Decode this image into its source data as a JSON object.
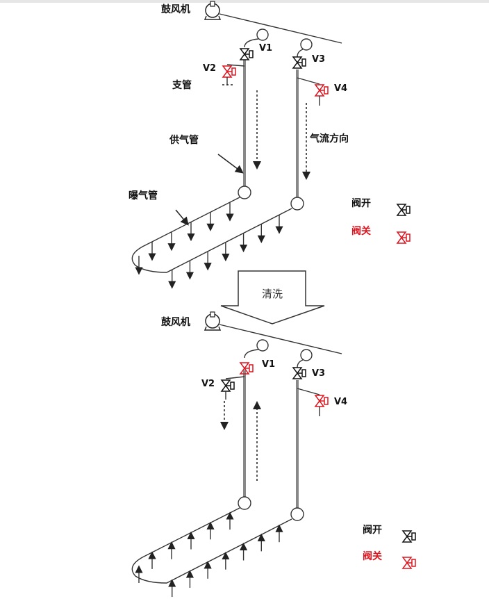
{
  "labels": {
    "blower": "鼓风机",
    "branch_pipe": "支管",
    "supply_pipe": "供气管",
    "aeration_pipe": "曝气管",
    "airflow_direction": "气流方向",
    "wash": "清洗"
  },
  "valves": {
    "v1": "V1",
    "v2": "V2",
    "v3": "V3",
    "v4": "V4"
  },
  "legend": {
    "open": "阀开",
    "closed": "阀关"
  },
  "colors": {
    "open": "#111111",
    "closed": "#e0141e"
  },
  "states": {
    "normal": {
      "v1": "open",
      "v2": "closed",
      "v3": "open",
      "v4": "closed",
      "flow": "down"
    },
    "wash": {
      "v1": "closed",
      "v2": "open",
      "v3": "open",
      "v4": "closed",
      "flow": "up"
    }
  }
}
